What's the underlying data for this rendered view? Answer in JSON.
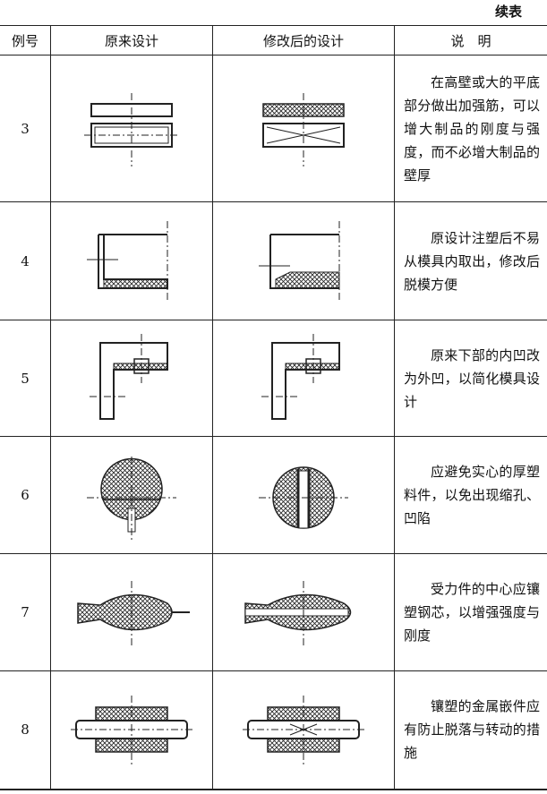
{
  "caption": "续表",
  "headers": [
    "例号",
    "原来设计",
    "修改后的设计",
    "说　明"
  ],
  "rows": [
    {
      "num": "3",
      "desc": "在高壁或大的平底部分做出加强筋，可以增大制品的刚度与强度，而不必增大制品的壁厚"
    },
    {
      "num": "4",
      "desc": "原设计注塑后不易从模具内取出，修改后脱模方便"
    },
    {
      "num": "5",
      "desc": "原来下部的内凹改为外凹，以简化模具设计"
    },
    {
      "num": "6",
      "desc": "应避免实心的厚塑料件，以免出现缩孔、凹陷"
    },
    {
      "num": "7",
      "desc": "受力件的中心应镶塑钢芯，以增强强度与刚度"
    },
    {
      "num": "8",
      "desc": "镶塑的金属嵌件应有防止脱落与转动的措施"
    }
  ]
}
